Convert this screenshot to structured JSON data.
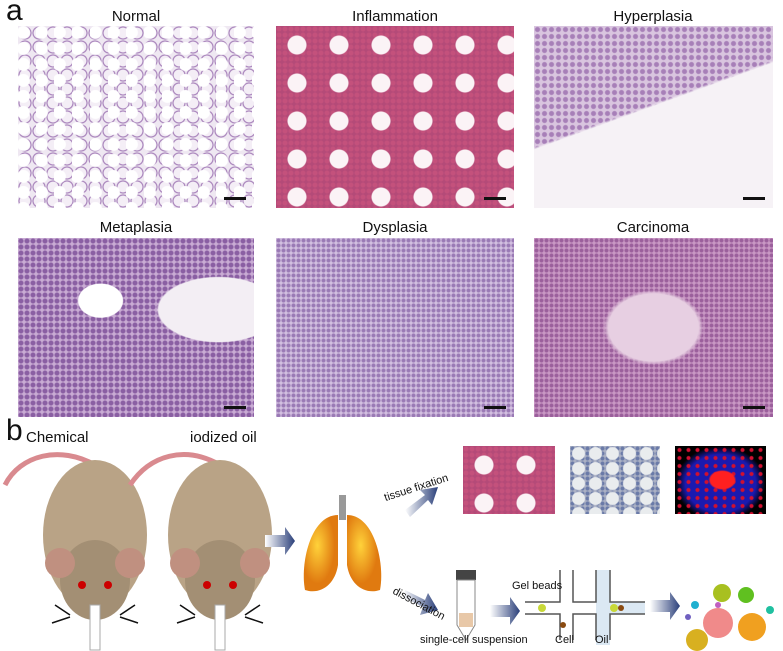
{
  "panel_a": {
    "label": "a",
    "images": [
      {
        "title": "Normal"
      },
      {
        "title": "Inflammation"
      },
      {
        "title": "Hyperplasia"
      },
      {
        "title": "Metaplasia"
      },
      {
        "title": "Dysplasia"
      },
      {
        "title": "Carcinoma"
      }
    ]
  },
  "panel_b": {
    "label": "b",
    "treatments": [
      "Chemical",
      "iodized oil"
    ],
    "branch_top": "tissue fixation",
    "branch_bottom": "dissociation",
    "tube_label": "single-cell suspension",
    "gel_beads": "Gel beads",
    "cell": "Cell",
    "oil": "Oil",
    "colors": {
      "arrow": "#2a3f7a",
      "mouse": "#b9a386",
      "tail": "#d98a8f",
      "lung": "#f0a020"
    }
  }
}
